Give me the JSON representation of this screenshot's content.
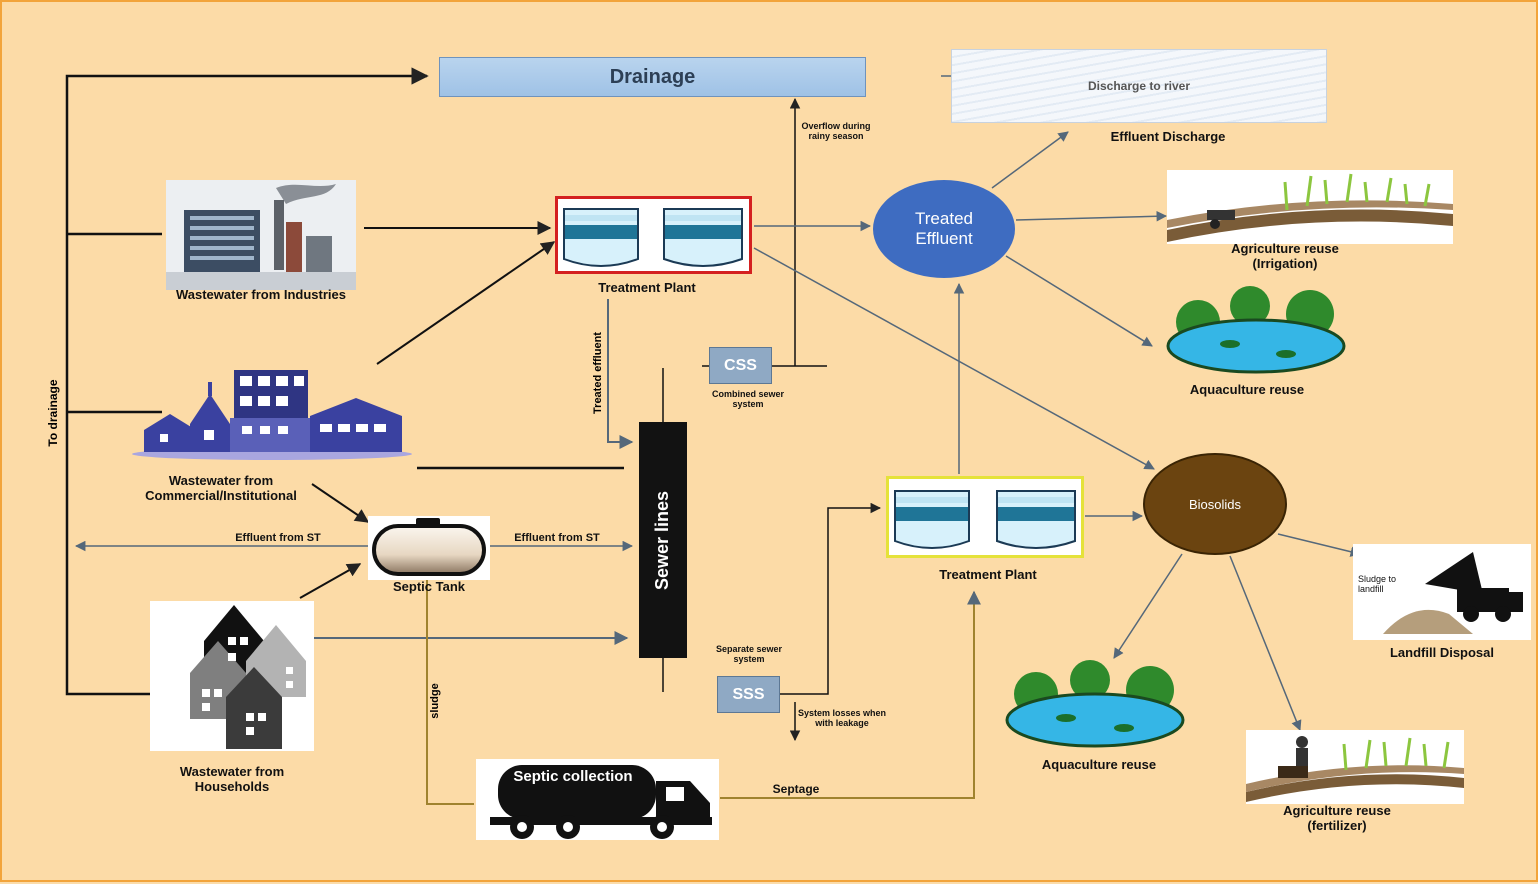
{
  "labels": {
    "drainage": "Drainage",
    "discharge_to_river": "Discharge to river",
    "effluent_discharge": "Effluent Discharge",
    "treated_effluent": "Treated Effluent",
    "overflow_note": "Overflow during rainy season",
    "treatment_plant_top": "Treatment Plant",
    "treatment_plant_bottom": "Treatment Plant",
    "industries": "Wastewater from Industries",
    "commercial": "Wastewater from Commercial/Institutional",
    "households": "Wastewater from Households",
    "to_drainage": "To drainage",
    "treated_effluent_vertical": "Treated effluent",
    "css": "CSS",
    "css_caption": "Combined sewer system",
    "sss": "SSS",
    "sss_caption": "Separate sewer system",
    "sewer_lines": "Sewer lines",
    "effluent_from_st_left": "Effluent from ST",
    "effluent_from_st_right": "Effluent from ST",
    "septic_tank": "Septic Tank",
    "sludge": "sludge",
    "septic_collection": "Septic collection",
    "septage": "Septage",
    "leakage_note": "System losses when with leakage",
    "biosolids": "Biosolids",
    "agri_irrigation": "Agriculture reuse (Irrigation)",
    "aquaculture_top": "Aquaculture reuse",
    "aquaculture_bottom": "Aquaculture reuse",
    "sludge_to_landfill": "Sludge to landfill",
    "landfill_disposal": "Landfill Disposal",
    "agri_fertilizer": "Agriculture reuse (fertilizer)"
  },
  "colors": {
    "background": "#fcdba7",
    "border": "#f2a43b",
    "treated_effluent_circle": "#3e6cc1",
    "biosolids_circle": "#6b4410",
    "drainage_bar": "#a9c8e9",
    "sewer_lines": "#121212",
    "septage_line": "#a0832f",
    "top_plant_frame": "#d42020",
    "bottom_plant_frame": "#e5e23a"
  }
}
